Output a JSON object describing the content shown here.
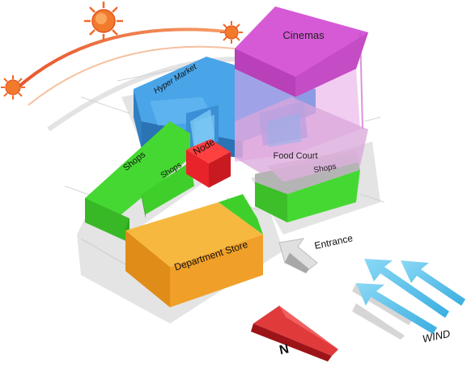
{
  "labels": {
    "cinemas": "Cinemas",
    "hyper_market": "Hyper Market",
    "node": "Node",
    "shops_left": "Shops",
    "shops_inner": "Shops",
    "food_court": "Food Court",
    "shops_right": "Shops",
    "department_store": "Department Store",
    "entrance": "Entrance",
    "wind": "WIND",
    "north": "N"
  },
  "icons": {
    "sun": "sun-icon",
    "wind": "wind-arrows-icon",
    "north": "north-arrow-icon",
    "entrance": "entrance-arrow-icon"
  },
  "colors": {
    "cinemas": "#d65ad6",
    "hyper_market": "#3a8fd6",
    "node": "#e8232a",
    "shops": "#3fcf2a",
    "food_court": "#d9a6d9",
    "department_store": "#f0a028",
    "sun": "#f06a2a",
    "wind": "#5ec4e8",
    "north": "#c81e22"
  }
}
